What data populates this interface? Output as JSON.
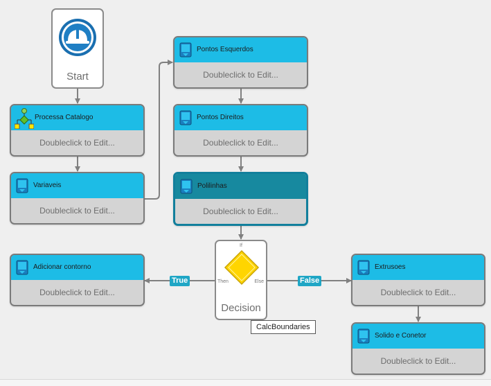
{
  "start": {
    "label": "Start"
  },
  "edit_hint": "Doubleclick to Edit...",
  "nodes": {
    "processa_catalogo": {
      "title": "Processa Catalogo"
    },
    "variaveis": {
      "title": "Variaveis"
    },
    "pontos_esquerdos": {
      "title": "Pontos Esquerdos"
    },
    "pontos_direitos": {
      "title": "Pontos Direitos"
    },
    "polilinhas": {
      "title": "Polilinhas"
    },
    "adicionar_contorno": {
      "title": "Adicionar contorno"
    },
    "extrusoes": {
      "title": "Extrusoes"
    },
    "solido_e_conetor": {
      "title": "Solido e Conetor"
    }
  },
  "decision": {
    "label": "Decision",
    "port_if": "If",
    "port_then": "Then",
    "port_else": "Else",
    "true_label": "True",
    "false_label": "False",
    "tooltip": "CalcBoundaries"
  },
  "colors": {
    "node_header": "#1dbce6",
    "node_header_selected": "#17899f",
    "node_body": "#d4d4d4",
    "connector": "#808080",
    "badge": "#1fa6c5",
    "decision_diamond": "#ffd500"
  }
}
